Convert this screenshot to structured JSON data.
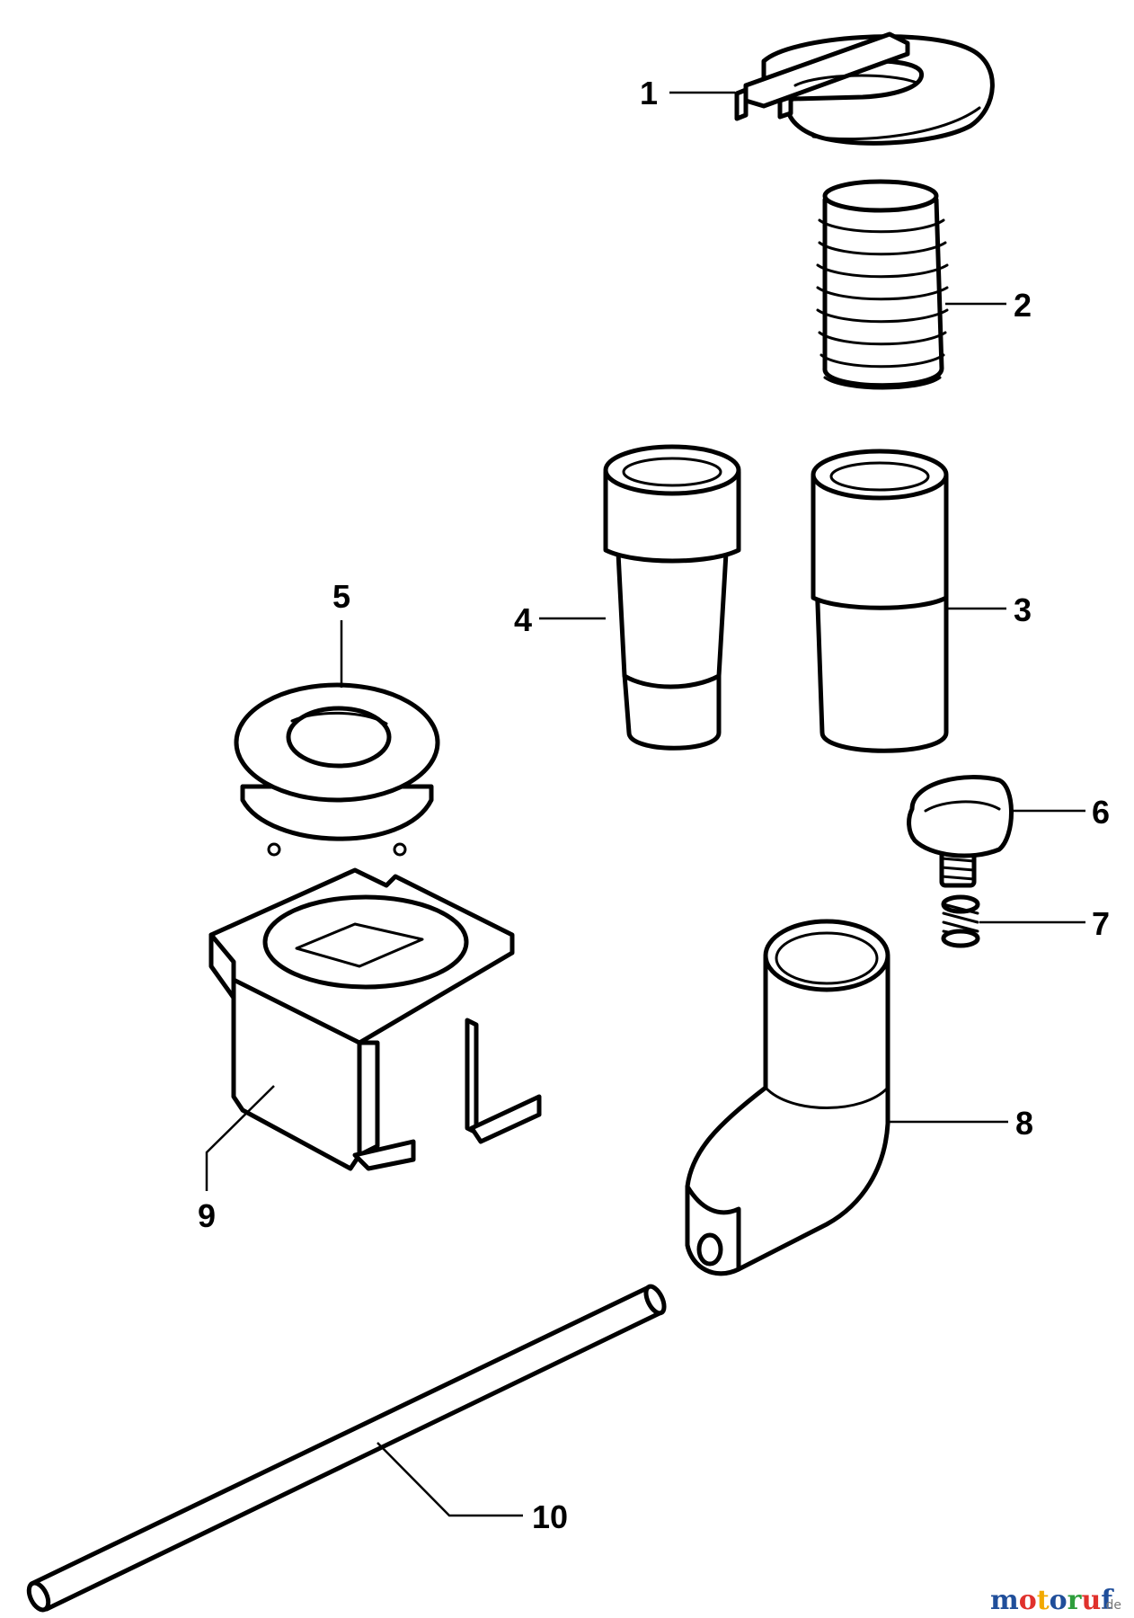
{
  "diagram": {
    "callouts": [
      "1",
      "2",
      "3",
      "4",
      "5",
      "6",
      "7",
      "8",
      "9",
      "10"
    ]
  },
  "watermark": {
    "letters": [
      "m",
      "o",
      "t",
      "o",
      "r",
      "u",
      "f"
    ],
    "colors": [
      "#1f4e9a",
      "#e0312c",
      "#f2a900",
      "#1f4e9a",
      "#2e9e3c",
      "#e0312c",
      "#1f4e9a"
    ],
    "suffix": ".de"
  }
}
